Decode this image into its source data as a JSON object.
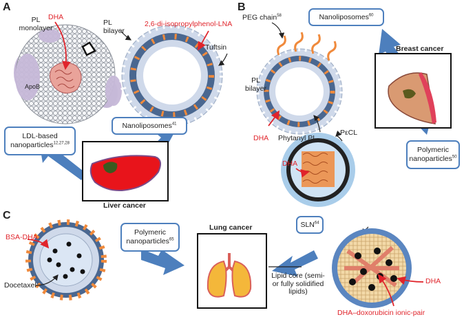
{
  "panels": {
    "a": "A",
    "b": "B",
    "c": "C"
  },
  "panel_a": {
    "pl_monolayer": "PL monolayer",
    "dha": "DHA",
    "pl_bilayer": "PL bilayer",
    "propofol_lna": "2,6-di-isopropylphenol-LNA",
    "tuftsin": "Tuftsin",
    "apob": "ApoB",
    "ldl_box": "LDL-based nanoparticles",
    "ldl_ref": "12,27,28",
    "nano_box": "Nanoliposomes",
    "nano_ref": "41",
    "cancer": "Liver cancer"
  },
  "panel_b": {
    "peg": "PEG chain",
    "peg_ref": "58",
    "nano_box": "Nanoliposomes",
    "nano_ref": "60",
    "cancer": "Breast cancer",
    "pl_bilayer": "PL bilayer",
    "dha": "DHA",
    "phytanyl": "Phytanyl PL",
    "pecl": "PεCL",
    "dha2": "DHA",
    "poly_box": "Polymeric nanoparticles",
    "poly_ref": "50"
  },
  "panel_c": {
    "bsa_dha": "BSA-DHA",
    "docetaxel": "Docetaxel",
    "poly_box": "Polymeric nanoparticles",
    "poly_ref": "65",
    "cancer": "Lung cancer",
    "sln_box": "SLN",
    "sln_ref": "64",
    "lipid_core": "Lipid core (semi- or fully solidified lipids)",
    "dha": "DHA",
    "ion_pair": "DHA–doxorubicin ionic-pair"
  },
  "colors": {
    "box_border": "#4d7fbd",
    "arrow_blue": "#4d7fbd",
    "red": "#e0242b",
    "orange": "#f08a3c",
    "liver": "#e8141b"
  }
}
